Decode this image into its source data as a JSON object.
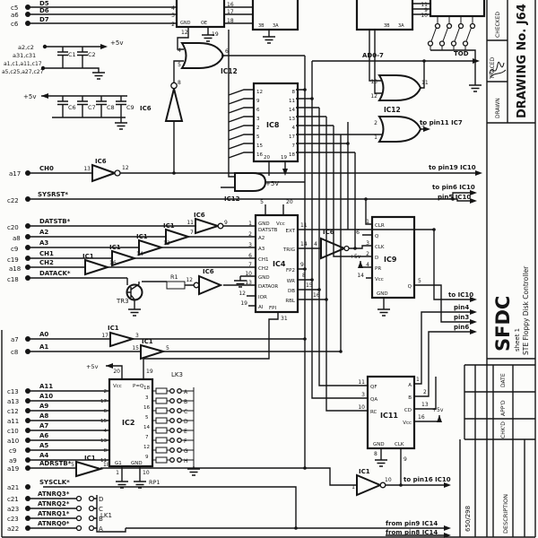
{
  "title_block": {
    "checked": "CHECKED",
    "traced": "TRACED",
    "drawn": "DRAWN",
    "drawing_no": "DRAWING No. J64",
    "project": "SFDC",
    "subtitle": "STE Floppy Disk Controller",
    "sheet_no": "sheet 1",
    "col_date": "DATE",
    "col_appd": "APP'D",
    "col_chkd": "CHK'D",
    "description": "DESCRIPTION",
    "doc_no": "650/298"
  },
  "power": {
    "v5": "+5v",
    "v5u": "+5V",
    "rail1a": "a2,c2",
    "rail1b": "a31,c31",
    "gnd1": "a1,c1,a11,c17",
    "gnd2": "a5,c25,a27,c27",
    "c1": "C1",
    "c2": "C2",
    "c6": "C6",
    "c7": "C7",
    "c8": "C8",
    "c9": "C9"
  },
  "conn": {
    "rows_top": [
      {
        "p": "c5",
        "s": "D5"
      },
      {
        "p": "a6",
        "s": "D6"
      },
      {
        "p": "c6",
        "s": "D7"
      }
    ],
    "ch0_p": "a17",
    "ch0": "CH0",
    "sysrst_p": "c22",
    "sysrst": "SYSRST*",
    "ctl": [
      {
        "p": "c20",
        "s": "DATSTB*"
      },
      {
        "p": "a8",
        "s": "A2"
      },
      {
        "p": "c9",
        "s": "A3"
      },
      {
        "p": "c19",
        "s": "CH1"
      },
      {
        "p": "a18",
        "s": "CH2"
      },
      {
        "p": "c18",
        "s": "DATACK*"
      }
    ],
    "a0_p": "a7",
    "a0": "A0",
    "a1_p": "c8",
    "a1": "A1",
    "addr": [
      {
        "p": "c13",
        "s": "A11"
      },
      {
        "p": "a13",
        "s": "A10"
      },
      {
        "p": "c12",
        "s": "A9"
      },
      {
        "p": "a11",
        "s": "A8"
      },
      {
        "p": "c10",
        "s": "A7"
      },
      {
        "p": "a10",
        "s": "A6"
      },
      {
        "p": "c9",
        "s": "A5"
      },
      {
        "p": "a9",
        "s": "A4"
      }
    ],
    "adrstb_p": "a19",
    "adrstb": "ADRSTB*",
    "sysclk_p": "a21",
    "sysclk": "SYSCLK*",
    "atn": [
      {
        "p": "c21",
        "s": "ATNRQ3*",
        "l": "D"
      },
      {
        "p": "a23",
        "s": "ATNRQ2*",
        "l": "C"
      },
      {
        "p": "c23",
        "s": "ATNRQ1*",
        "l": "B"
      },
      {
        "p": "a22",
        "s": "ATNRQ0*",
        "l": "A"
      }
    ]
  },
  "ref": {
    "ic1": "IC1",
    "ic2": "IC2",
    "ic4": "IC4",
    "ic6": "IC6",
    "ic8": "IC8",
    "ic9": "IC9",
    "ic11": "IC11",
    "ic12": "IC12",
    "tr3": "TR3",
    "r1": "R1",
    "rp1": "RP1",
    "lk1": "LK1",
    "lk3": "LK3"
  },
  "ic4": {
    "p5": "5",
    "p20": "20",
    "gnd": "GND",
    "vcc": "Vcc",
    "fpi": "FPI",
    "p31": "31",
    "left": [
      {
        "n": "1",
        "s": "DATSTB"
      },
      {
        "n": "2",
        "s": "A2"
      },
      {
        "n": "3",
        "s": "A3"
      },
      {
        "n": "6",
        "s": "CH1"
      },
      {
        "n": "7",
        "s": "CH2"
      },
      {
        "n": "10",
        "s": "GND"
      },
      {
        "n": "13",
        "s": "DATAOR"
      },
      {
        "n": "12",
        "s": "IOR"
      },
      {
        "n": "19",
        "s": "AI"
      }
    ],
    "right": [
      {
        "n": "11",
        "s": "EXT"
      },
      {
        "n": "14",
        "s": "TRIG"
      },
      {
        "n": "9",
        "s": "FP2"
      },
      {
        "n": "8",
        "s": "WR"
      },
      {
        "n": "15",
        "s": "DB"
      },
      {
        "n": "16",
        "s": "RBL"
      }
    ]
  },
  "ic9": {
    "left": [
      {
        "n": "1",
        "s": "CLR"
      },
      {
        "n": "6",
        "s": "Q"
      },
      {
        "n": "3",
        "s": "CLK"
      },
      {
        "n": "2",
        "s": "D"
      },
      {
        "n": "4",
        "s": "PR"
      },
      {
        "n": "14",
        "s": "Vcc"
      }
    ],
    "gnd": "GND",
    "q": "Q",
    "q_n": "5"
  },
  "ic11": {
    "left": [
      {
        "n": "11",
        "s": "QF"
      },
      {
        "n": "3",
        "s": "QA"
      },
      {
        "n": "10",
        "s": "RC"
      }
    ],
    "right": [
      {
        "n": "1",
        "s": "A"
      },
      {
        "n": "2",
        "s": "B"
      },
      {
        "n": "13",
        "s": "CD"
      },
      {
        "n": "16",
        "s": "Vcc"
      }
    ],
    "gnd": "GND",
    "gnd_n": "8",
    "clk": "CLK",
    "clk_n": "9"
  },
  "ic2": {
    "vcc": "Vcc",
    "peq": "P=Q",
    "p20": "20",
    "p19": "19",
    "g1": "G1",
    "gnd": "GND",
    "g1_n": "1",
    "gnd_n": "10",
    "pl": [
      "2",
      "17",
      "6",
      "15",
      "4",
      "13",
      "8",
      "11"
    ],
    "pr": [
      "18",
      "3",
      "16",
      "5",
      "14",
      "7",
      "12",
      "9"
    ]
  },
  "ic8": {
    "pl": [
      "12",
      "9",
      "6",
      "3",
      "2",
      "5",
      "15",
      "16"
    ],
    "pr": [
      "8",
      "11",
      "14",
      "13",
      "4",
      "17",
      "7",
      "18"
    ],
    "p20": "20",
    "p19": "19"
  },
  "top": {
    "gnd": "GND",
    "oe": "OE",
    "p12": "12",
    "p19": "19",
    "p16": "16",
    "p17": "17",
    "p18": "18",
    "b3a": "3B",
    "b3b": "3A",
    "p11": "11",
    "p9": "9",
    "p10": "10",
    "pin4": "4",
    "pin3": "3",
    "pin2": "2"
  },
  "gates": {
    "g1a": "4",
    "g1b": "5",
    "g1y": "6",
    "o1a": "13",
    "o1b": "12",
    "o1y": "11",
    "o2a": "2",
    "o2b": "1",
    "o2y": "3",
    "inv_ch0_i": "13",
    "inv_ch0_o": "12",
    "inv_up_o": "8",
    "buf": {
      "ch2": "16",
      "ch1": "14",
      "a3": "12",
      "a2": "7",
      "ds_i": "11",
      "ds_o": "9",
      "dk_i": "12",
      "a0_i": "17",
      "a0_o": "3",
      "a1_i": "15",
      "a1_o": "5",
      "ad_i": "5",
      "ad_o": "18",
      "bot_i": "1",
      "bot_o": "10",
      "tr": "4"
    }
  },
  "off": {
    "tod": "TOD",
    "adbus": "AD0-7",
    "t1": "to pin11 IC7",
    "t2": "to pin19 IC10",
    "t3": "to pin6 IC10",
    "t4": "pin5 IC10",
    "t5": "to IC10",
    "t6": "pin4",
    "t7": "pin3",
    "t8": "pin6",
    "t9": "to pin16 IC10",
    "f1": "from pin9 IC14",
    "f2": "from pin8 IC14"
  }
}
